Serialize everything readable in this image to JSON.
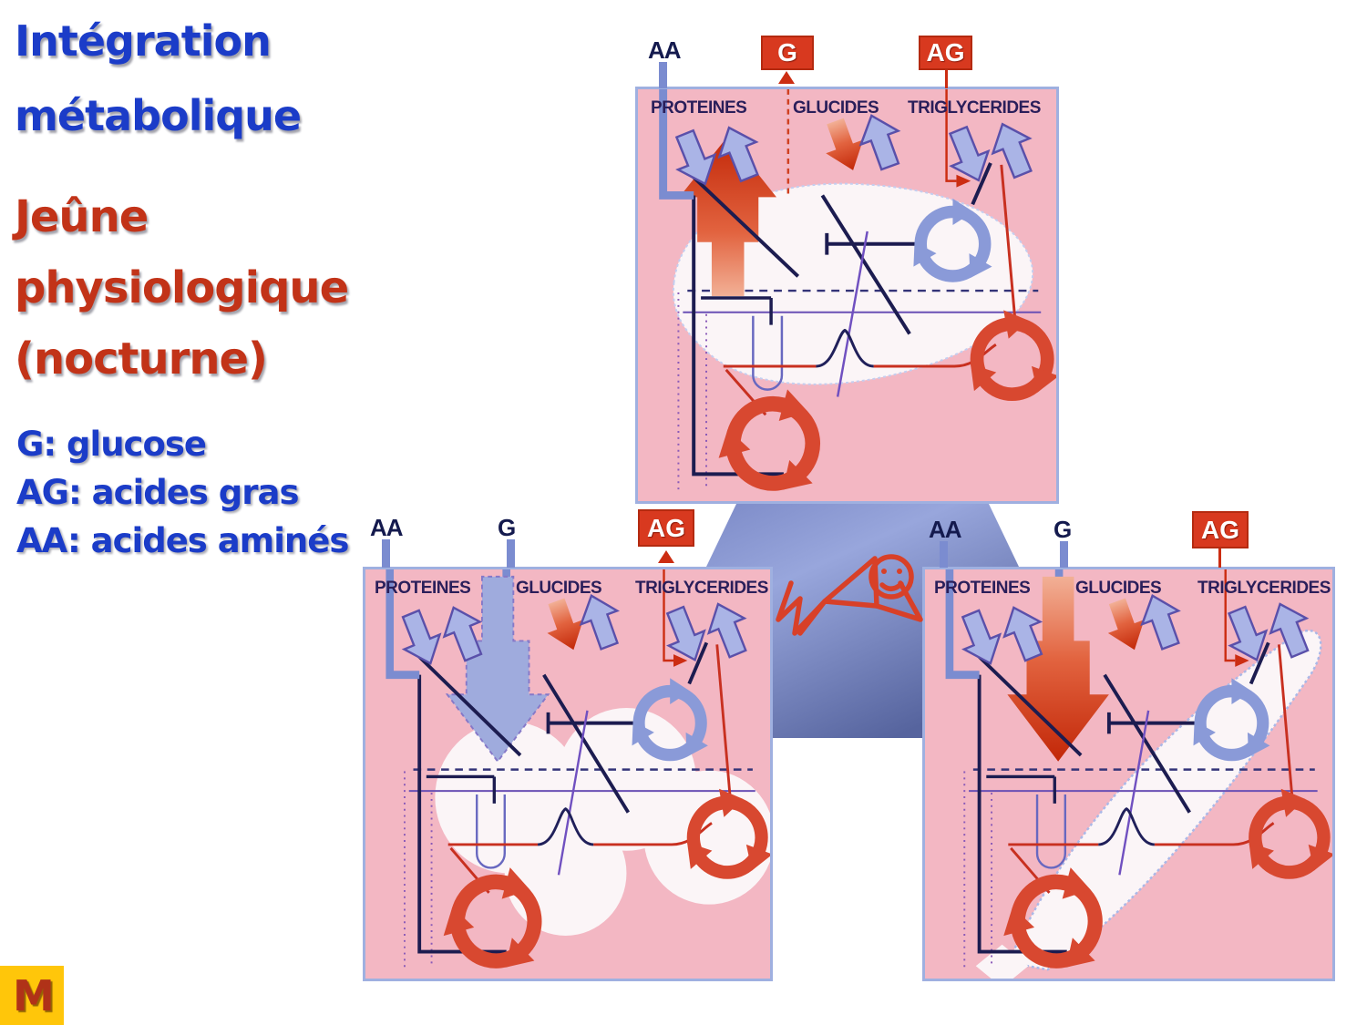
{
  "slide": {
    "title": [
      "Intégration",
      "métabolique"
    ],
    "subtitle": [
      "Jeûne",
      "physiologique",
      "(nocturne)"
    ],
    "legend": [
      "G: glucose",
      "AG: acides gras",
      "AA: acides aminés"
    ],
    "mark": "M"
  },
  "panels": [
    {
      "name": "panneau-foie-haut",
      "aa": "AA",
      "g": "G",
      "ag": "AG",
      "headers": [
        "PROTEINES",
        "GLUCIDES",
        "TRIGLYCERIDES"
      ]
    },
    {
      "name": "panneau-bas-gauche",
      "aa": "AA",
      "g": "G",
      "ag": "AG",
      "headers": [
        "PROTEINES",
        "GLUCIDES",
        "TRIGLYCERIDES"
      ]
    },
    {
      "name": "panneau-bas-droite",
      "aa": "AA",
      "g": "G",
      "ag": "AG",
      "headers": [
        "PROTEINES",
        "GLUCIDES",
        "TRIGLYCERIDES"
      ]
    }
  ],
  "colors": {
    "title_blue": "#1b3cc8",
    "heading_red": "#c23318",
    "panel_pink": "#f3b7c3",
    "panel_border": "#9fb0e0",
    "box_red": "#d8391f",
    "funnel_blue": "#6a78bc",
    "cycle_red": "#d84830",
    "cycle_blue": "#8a9ad8",
    "arrow_blue": "#aab4e6",
    "mark_bg": "#ffc60a",
    "mark_letter": "#b03218"
  }
}
